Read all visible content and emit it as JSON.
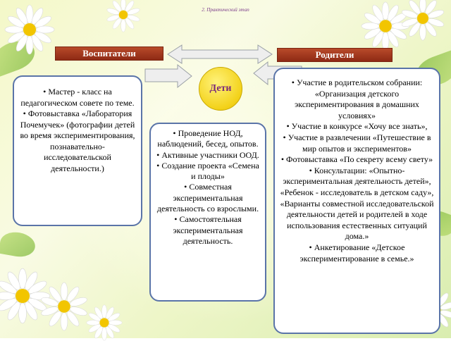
{
  "slide": {
    "title": "2. Практический этап"
  },
  "teachers": {
    "label": "Воспитатели",
    "items": [
      "Мастер - класс на педагогическом совете по теме.",
      "Фотовыставка «Лаборатория Почемучек» (фотографии детей во время экспериментирования, познавательно-исследовательской деятельности.)"
    ]
  },
  "parents": {
    "label": "Родители",
    "items": [
      "Участие в родительском собрании: «Организация детского экспериментирования в домашних условиях»",
      "Участие в конкурсе «Хочу все знать»,",
      "Участие в развлечении «Путешествие в мир опытов и экспериментов»",
      "Фотовыставка «По секрету всему свету»",
      "Консультации: «Опытно-экспериментальная деятельность детей», «Ребенок - исследователь в детском саду», «Варианты совместной исследовательской деятельности детей и родителей в ходе использования естественных ситуаций дома.»",
      "Анкетирование «Детское экспериментирование в семье.»"
    ]
  },
  "children": {
    "label": "Дети",
    "items": [
      "Проведение НОД, наблюдений, бесед, опытов.",
      "Активные участники ООД.",
      "Создание проекта «Семена и плоды»",
      "Совместная экспериментальная деятельность со взрослыми.",
      "Самостоятельная экспериментальная деятельность."
    ]
  },
  "colors": {
    "banner": "#a03a1e",
    "circle": "#f3d21a",
    "box_border": "#5a74a8",
    "arrow_fill": "#e8e8e8"
  }
}
